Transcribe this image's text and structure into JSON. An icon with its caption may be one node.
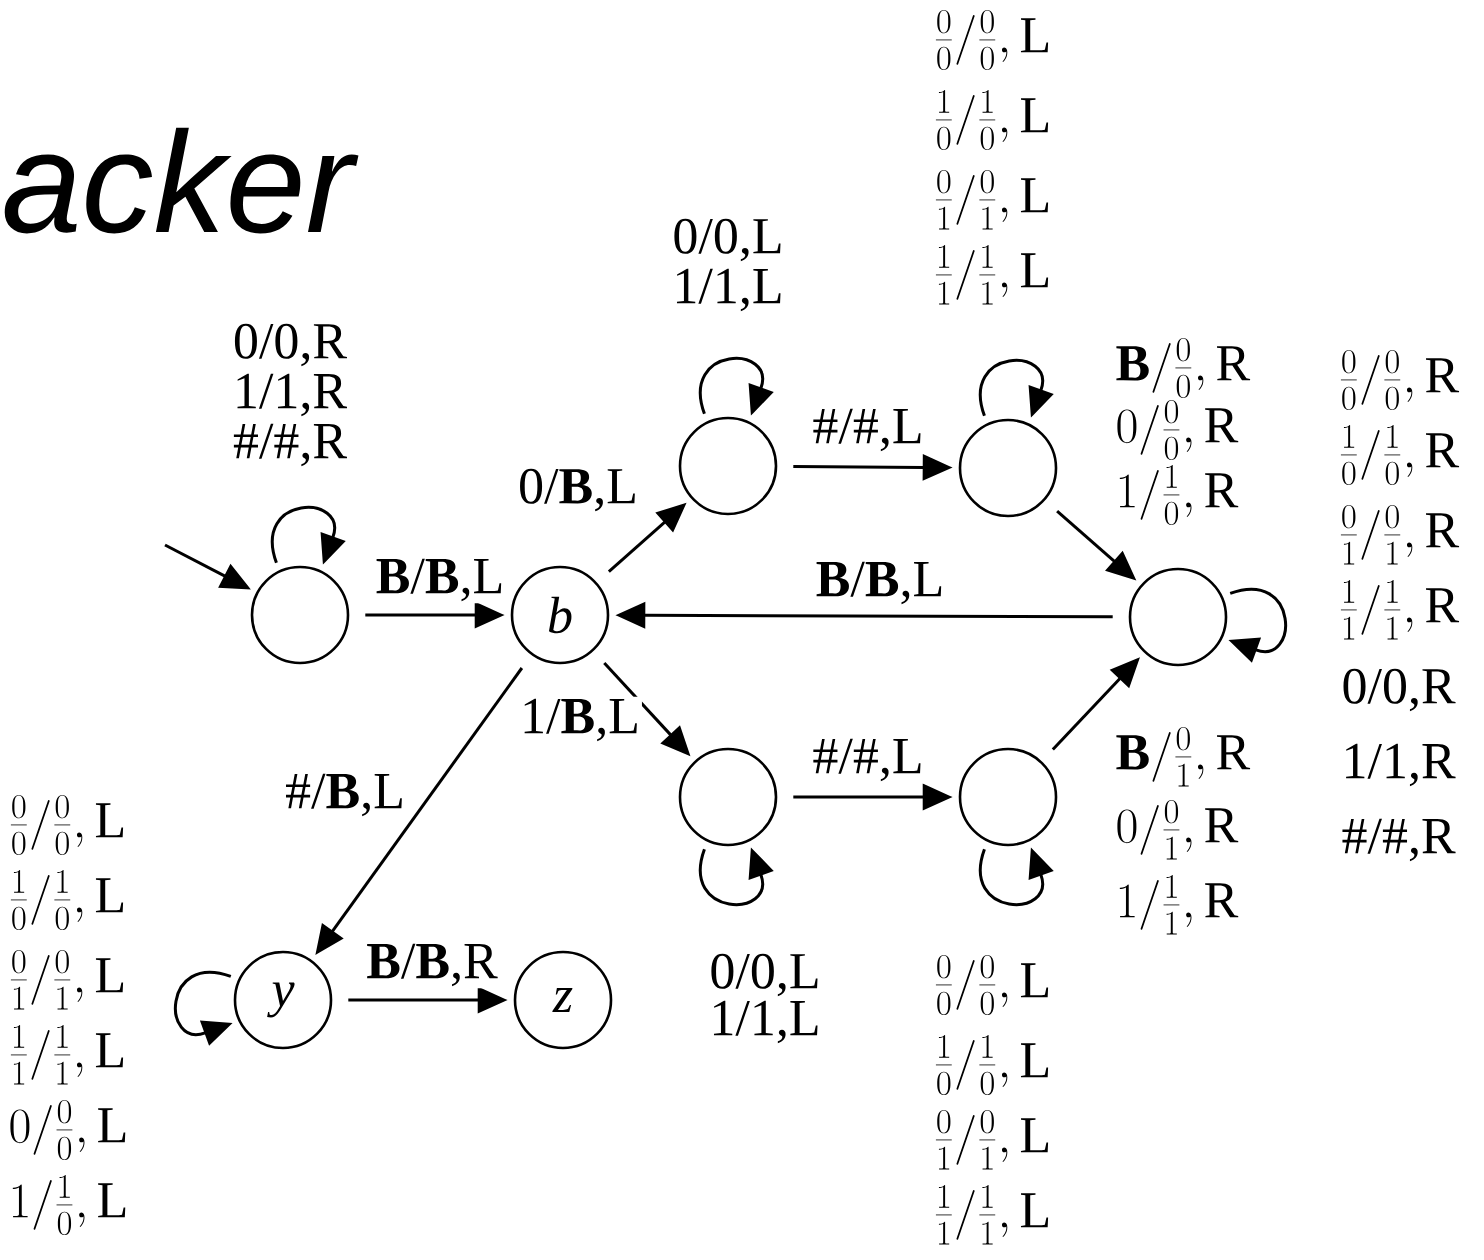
{
  "diagram": {
    "title": "acker",
    "nodes": [
      {
        "text": [],
        "shape": "circle"
      },
      {
        "text": [
          "b"
        ]
      },
      {
        "text": [],
        "shape": "circle"
      },
      {
        "text": [],
        "shape": "circle"
      },
      {
        "text": [],
        "shape": "circle"
      },
      {
        "text": [],
        "shape": "circle"
      },
      {
        "text": [],
        "shape": "circle"
      },
      {
        "text": [
          "y"
        ]
      },
      {
        "text": [
          "z"
        ]
      }
    ],
    "edges": [
      {
        "from": null,
        "to": 0,
        "arrow": "to"
      },
      {
        "from": 0,
        "to": 0,
        "arrow": "to"
      },
      {
        "from": 0,
        "to": 1,
        "arrow": "to",
        "label": "**B**/**B**,L"
      },
      {
        "from": 1,
        "to": 2,
        "arrow": "to",
        "label": "0/**B**,L"
      },
      {
        "from": 1,
        "to": 5,
        "arrow": "to",
        "label": "1/**B**,L"
      },
      {
        "from": 1,
        "to": 7,
        "arrow": "to",
        "label": "#/**B**,L"
      },
      {
        "from": 2,
        "to": 2,
        "arrow": "to"
      },
      {
        "from": 2,
        "to": 3,
        "arrow": "to",
        "label": "#/#,L"
      },
      {
        "from": 3,
        "to": 3,
        "arrow": "to"
      },
      {
        "from": 3,
        "to": 4,
        "arrow": "to"
      },
      {
        "from": 4,
        "to": 4,
        "arrow": "to"
      },
      {
        "from": 4,
        "to": 1,
        "arrow": "to",
        "label": "**B**/**B**,L"
      },
      {
        "from": 5,
        "to": 5,
        "arrow": "to"
      },
      {
        "from": 5,
        "to": 6,
        "arrow": "to",
        "label": "#/#,L"
      },
      {
        "from": 6,
        "to": 6,
        "arrow": "to"
      },
      {
        "from": 6,
        "to": 4,
        "arrow": "to"
      },
      {
        "from": 7,
        "to": 7,
        "arrow": "to"
      },
      {
        "from": 7,
        "to": 8,
        "arrow": "to",
        "label": "**B**/**B**,R"
      }
    ],
    "labels": [
      "\\frac{0}{0}/\\frac{0}{0},\\mathrm{L}",
      "\\frac{1}{0}/\\frac{1}{0},\\mathrm{L}",
      "\\frac{0}{1}/\\frac{0}{1},\\mathrm{L}",
      "\\frac{1}{1}/\\frac{1}{1},\\mathrm{L}",
      "0/0,L",
      "1/1,L",
      "0/0,R",
      "1/1,R",
      "#/#,R",
      "\\mathbf{B}/\\frac{0}{0},\\mathrm{R}",
      "0/\\frac{0}{0},\\mathrm{R}",
      "1/\\frac{1}{0},\\mathrm{R}",
      "\\frac{0}{0}/\\frac{0}{0},\\mathrm{R}",
      "\\frac{1}{0}/\\frac{1}{0},\\mathrm{R}",
      "\\frac{0}{1}/\\frac{0}{1},\\mathrm{R}",
      "\\frac{1}{1}/\\frac{1}{1},\\mathrm{R}",
      "0/0,R",
      "1/1,R",
      "#/#,R",
      "\\mathbf{B}/\\frac{0}{1},\\mathrm{R}",
      "0/\\frac{0}{1},\\mathrm{R}",
      "1/\\frac{1}{1},\\mathrm{R}",
      "\\frac{0}{0}/\\frac{0}{0},\\mathrm{L}",
      "\\frac{1}{0}/\\frac{1}{0},\\mathrm{L}",
      "\\frac{0}{1}/\\frac{0}{1},\\mathrm{L}",
      "\\frac{1}{1}/\\frac{1}{1},\\mathrm{L}",
      "0/\\frac{0}{0},\\mathrm{L}",
      "1/\\frac{1}{0},\\mathrm{L}",
      "0/0,L",
      "1/1,L",
      "\\frac{0}{0}/\\frac{0}{0},\\mathrm{L}",
      "\\frac{1}{0}/\\frac{1}{0},\\mathrm{L}",
      "\\frac{0}{1}/\\frac{0}{1},\\mathrm{L}",
      "\\frac{1}{1}/\\frac{1}{1},\\mathrm{L}"
    ]
  }
}
